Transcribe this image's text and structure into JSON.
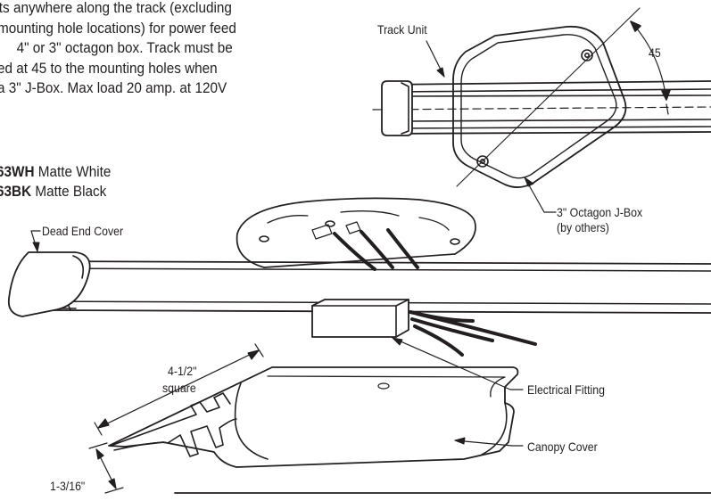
{
  "description": {
    "lines": [
      "ts anywhere along the track (excluding",
      "mounting hole locations) for power feed",
      "4\" or 3\" octagon box. Track must be",
      "ed at 45 to the mounting holes when",
      "a 3\" J-Box. Max load 20 amp. at 120V"
    ]
  },
  "models": [
    {
      "code": "63WH",
      "finish": "Matte White"
    },
    {
      "code": "63BK",
      "finish": "Matte Black"
    }
  ],
  "labels": {
    "track_unit": "Track Unit",
    "angle": "45",
    "octagon_box": "3\" Octagon J-Box",
    "by_others": "(by others)",
    "dead_end_cover": "Dead End Cover",
    "electrical_fitting": "Electrical Fitting",
    "canopy_cover": "Canopy Cover",
    "square_size": "4-1/2\"",
    "square_word": "square",
    "height": "1-3/16\""
  }
}
